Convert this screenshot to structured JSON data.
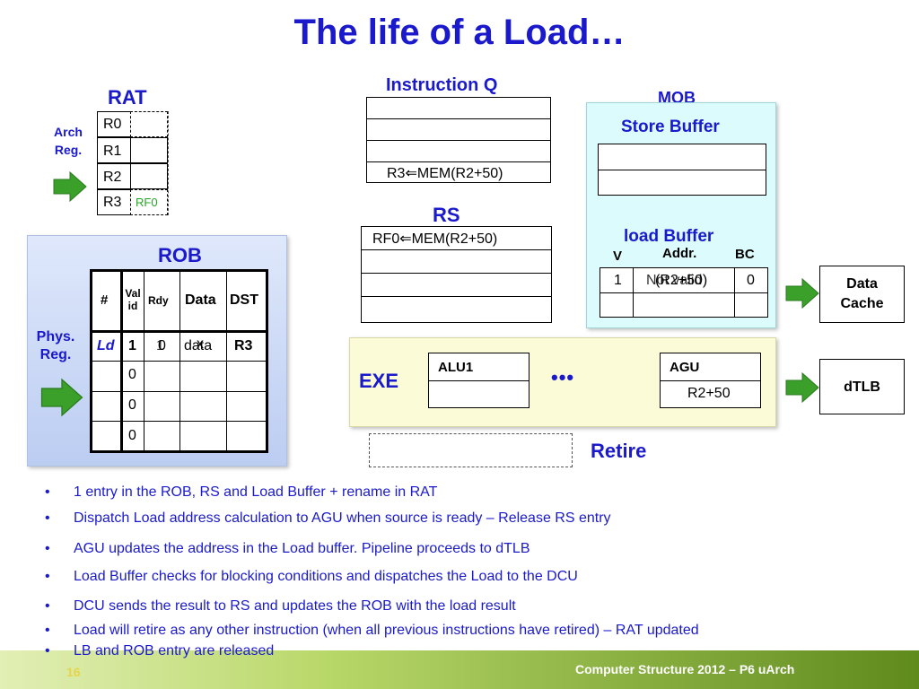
{
  "title": "The life of a Load…",
  "rat": {
    "label": "RAT",
    "side_label_line1": "Arch",
    "side_label_line2": "Reg.",
    "rows": [
      {
        "reg": "R0",
        "map": ""
      },
      {
        "reg": "R1",
        "map": ""
      },
      {
        "reg": "R2",
        "map": ""
      },
      {
        "reg": "R3",
        "map": "RF0"
      }
    ]
  },
  "instruction_q": {
    "label": "Instruction Q",
    "entries": [
      "",
      "",
      "",
      "R3⇐MEM(R2+50)"
    ]
  },
  "rs": {
    "label": "RS",
    "entries": [
      "RF0⇐MEM(R2+50)",
      "",
      "",
      ""
    ]
  },
  "mob": {
    "label": "MOB",
    "store_buffer_label": "Store Buffer",
    "load_buffer_label": "load Buffer",
    "load_headers": {
      "v": "V",
      "addr": "Addr.",
      "bc": "BC"
    },
    "load_row": {
      "v": "1",
      "addr_old": "Not valid",
      "addr_new": "(R2+50)",
      "bc": "0"
    }
  },
  "rob": {
    "label": "ROB",
    "side_label_line1": "Phys.",
    "side_label_line2": "Reg.",
    "headers": {
      "num": "#",
      "valid": "Val id",
      "rdy": "Rdy",
      "data": "Data",
      "dst": "DST"
    },
    "rows": [
      {
        "num": "Ld",
        "valid": "1",
        "rdy_old": "1",
        "rdy_new": "0",
        "data": "data",
        "data_strike": "x",
        "dst": "R3"
      },
      {
        "num": "",
        "valid": "0",
        "rdy_old": "",
        "rdy_new": "",
        "data": "",
        "data_strike": "",
        "dst": ""
      },
      {
        "num": "",
        "valid": "0",
        "rdy_old": "",
        "rdy_new": "",
        "data": "",
        "data_strike": "",
        "dst": ""
      },
      {
        "num": "",
        "valid": "0",
        "rdy_old": "",
        "rdy_new": "",
        "data": "",
        "data_strike": "",
        "dst": ""
      }
    ]
  },
  "exe": {
    "label": "EXE",
    "alu_label": "ALU1",
    "alu_value": "",
    "dots": "•••",
    "agu_label": "AGU",
    "agu_value": "R2+50"
  },
  "retire_label": "Retire",
  "data_cache": {
    "line1": "Data",
    "line2": "Cache"
  },
  "dtlb_label": "dTLB",
  "bullets": [
    "1 entry in the ROB, RS and Load Buffer + rename in RAT",
    "Dispatch Load address calculation to AGU when source is ready – Release RS entry",
    "AGU updates the address in the Load buffer. Pipeline proceeds to dTLB",
    "Load Buffer checks for blocking conditions and dispatches the Load to the DCU",
    "DCU sends the result to RS and updates the ROB with the load result",
    "Load will retire as any other instruction (when all previous instructions have retired) – RAT updated",
    "LB and ROB entry are released"
  ],
  "bullet_char": "•",
  "footer": {
    "page_number": "16",
    "course": "Computer Structure 2012 – P6 uArch"
  },
  "colors": {
    "heading_blue": "#1a1acc",
    "arrow_green": "#3aa02a",
    "rf0_green": "#22a822",
    "page_number_color": "#e8d44a"
  }
}
